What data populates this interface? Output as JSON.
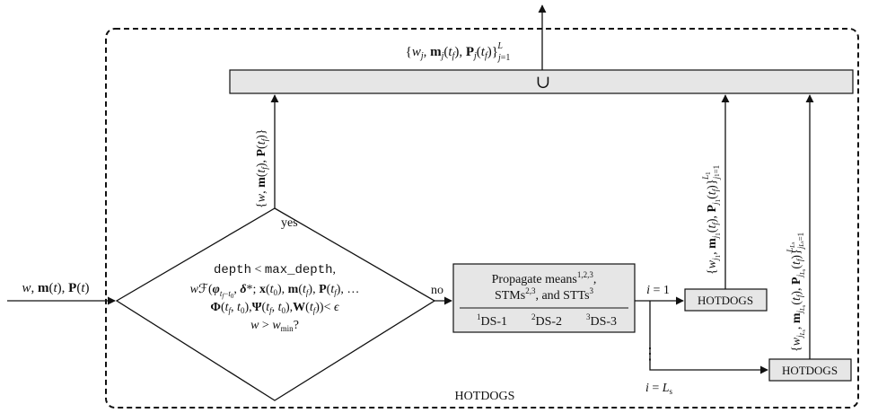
{
  "diagram": {
    "outer_box_label": "HOTDOGS",
    "union_symbol": "∪",
    "output_label": "{w_j, m_j(t_f), P_j(t_f)}_{j=1}^{L}",
    "input_label": "w, m(t), P(t)",
    "yes_label": "yes",
    "no_label": "no",
    "yes_output_label": "{w, m(t_f), P(t_f)}",
    "decision": {
      "line1_a": "depth < max_depth,",
      "line2": "wℱ(φ_{t_f−t_0}, δ*; x(t_0), m(t_f), P(t_f), …",
      "line3": "Φ(t_f, t_0), Ψ(t_f, t_0), W(t_f)) < ϵ",
      "line4": "w  >  w_min?"
    },
    "propagate": {
      "line1": "Propagate means^{1,2,3},",
      "line2": "STMs^{2,3}, and STTs^{3}",
      "ds1": "¹DS-1",
      "ds2": "²DS-2",
      "ds3": "³DS-3"
    },
    "branch1_label": "i = 1",
    "branchN_label": "i = L_s",
    "vdots": "⋮",
    "hotdogs_box1": "HOTDOGS",
    "hotdogs_box2": "HOTDOGS",
    "branch1_output_label": "{w_{j1}, m_{j1}(t_f), P_{j1}(t_f)}_{j1=1}^{L1}",
    "branchN_output_label": "{w_{jLs}, m_{jLs}(t_f), P_{jLs}(t_f)}_{jLs=1}^{L_Ls}"
  }
}
